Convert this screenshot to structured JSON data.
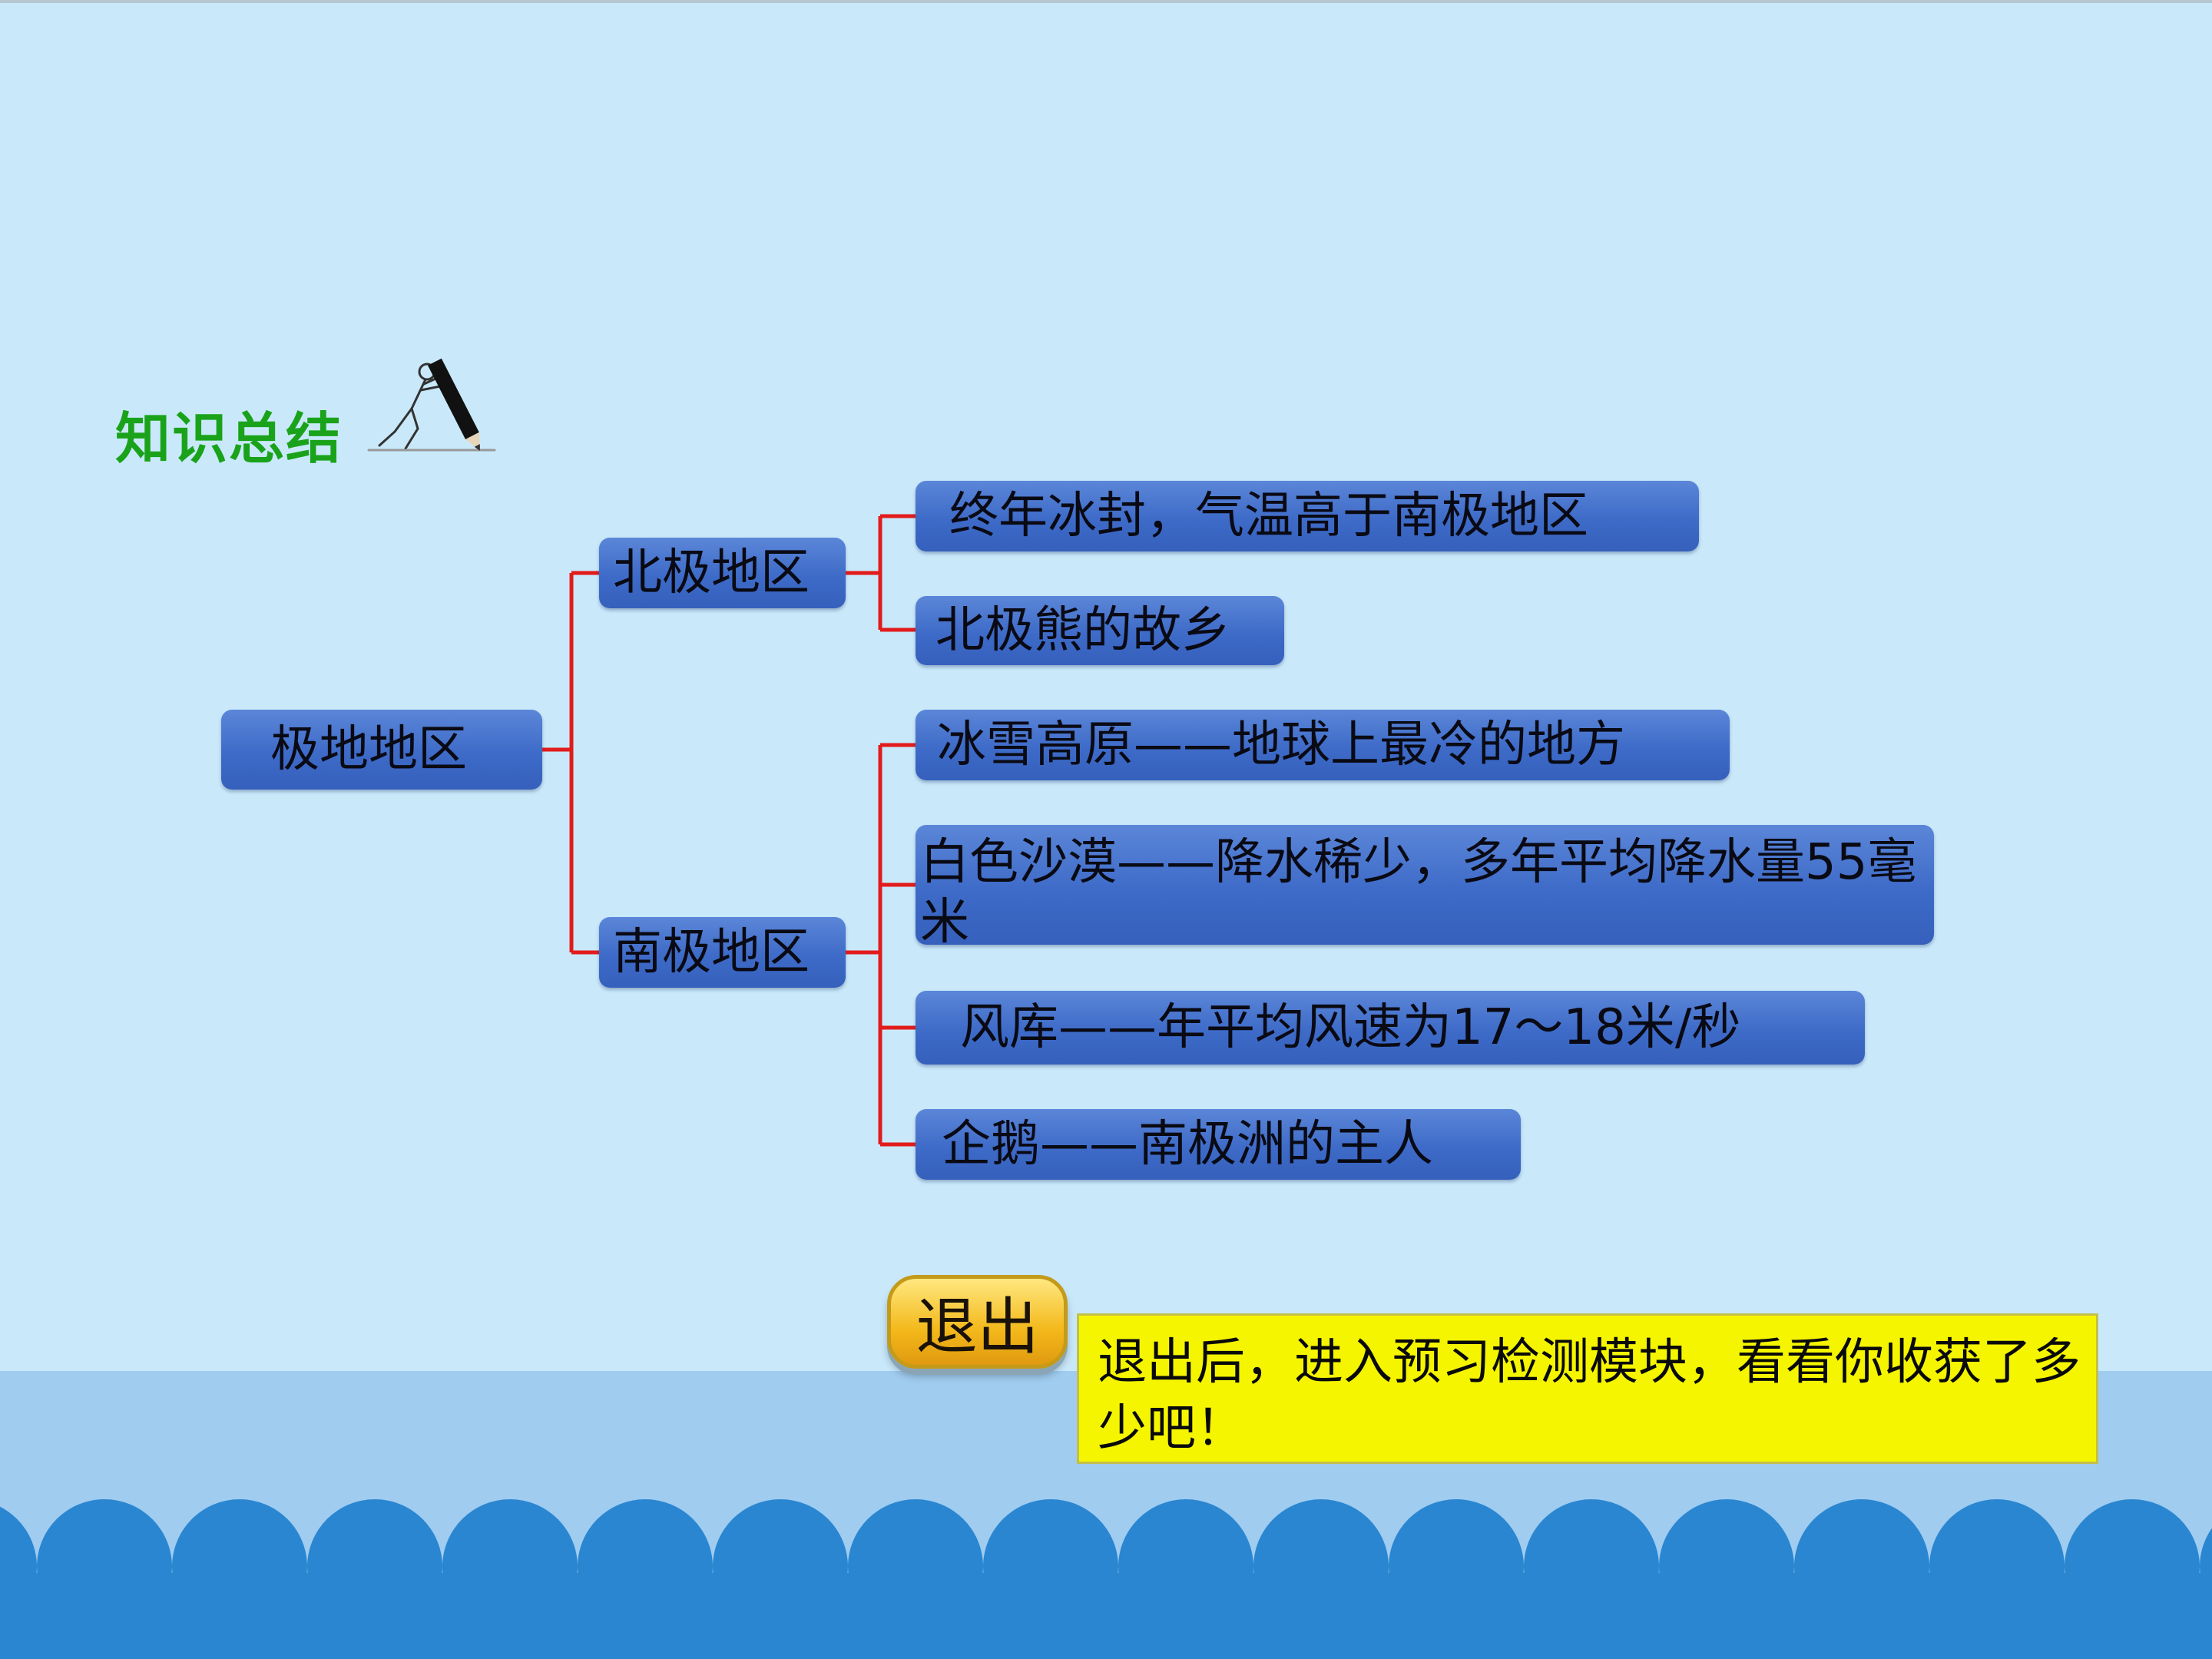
{
  "title": "知识总结",
  "root": {
    "label": "极地地区"
  },
  "branches": [
    {
      "label": "北极地区",
      "children": [
        {
          "label": "终年冰封，气温高于南极地区"
        },
        {
          "label": "北极熊的故乡"
        }
      ]
    },
    {
      "label": "南极地区",
      "children": [
        {
          "label": "冰雪高原——地球上最冷的地方"
        },
        {
          "label": "白色沙漠——降水稀少，多年平均降水量55毫米"
        },
        {
          "label": "风库——年平均风速为17～18米/秒"
        },
        {
          "label": "企鹅——南极洲的主人"
        }
      ]
    }
  ],
  "exit_button": {
    "label": "退出"
  },
  "note": {
    "text": "退出后，进入预习检测模块，看看你收获了多少吧！"
  },
  "colors": {
    "sky": "#c9e9fb",
    "node_blue": "#3e6bc8",
    "connector_red": "#e21b1b",
    "title_green": "#1aa31a",
    "note_yellow": "#f5f500",
    "wave_blue": "#2a86d0"
  },
  "icons": {
    "writer": "pushing-pencil-icon"
  }
}
